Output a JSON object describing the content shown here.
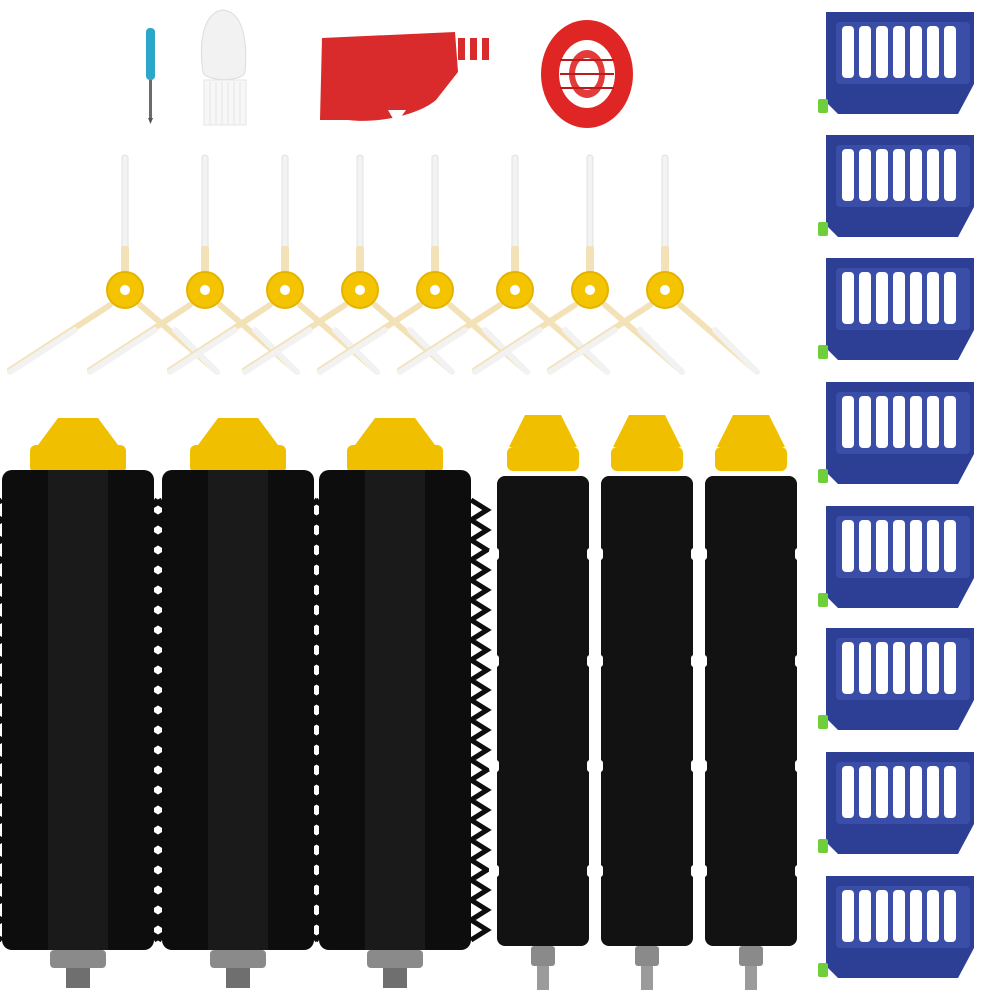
{
  "scene": {
    "background": "#ffffff",
    "colors": {
      "screwdriver_handle": "#2aa7c9",
      "cleaning_brush_cap": "#f2f2f2",
      "cleaning_tool": "#d92b2b",
      "bearing_tool": "#e02525",
      "side_brush_hub": "#f5c400",
      "side_brush_arm": "#f3e2b8",
      "side_brush_bristle": "#f4f4f4",
      "roller_cap": "#f0c000",
      "roller_body": "#1a1a1a",
      "bristle": "#0d0d0d",
      "end_cap_gray": "#8a8a8a",
      "filter_frame": "#2c3f95",
      "filter_clip": "#6fcf3a",
      "filter_pleat": "#ffffff"
    }
  },
  "parts": {
    "tools": [
      {
        "name": "screwdriver-icon"
      },
      {
        "name": "cleaning-brush-icon"
      },
      {
        "name": "red-cleaning-tool-icon"
      },
      {
        "name": "red-bearing-tool-icon"
      }
    ],
    "side_brush_count": 8,
    "bristle_roller_count": 3,
    "flexible_beater_count": 3,
    "filter_count": 8
  }
}
